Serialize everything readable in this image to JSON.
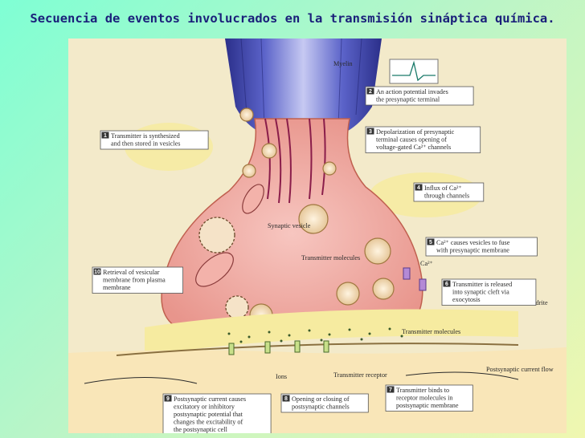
{
  "title": "Secuencia de eventos involucrados en la transmisión sináptica química.",
  "diagram": {
    "labels": {
      "myelin": "Myelin",
      "synaptic_vesicle": "Synaptic vesicle",
      "transmitter_molecules_top": "Transmitter molecules",
      "ca_ion": "Ca²⁺",
      "across_dendrite": "Across dendrite",
      "transmitter_molecules_bottom": "Transmitter molecules",
      "postsynaptic_current_flow": "Postsynaptic current flow",
      "ions": "Ions",
      "transmitter_receptor": "Transmitter receptor"
    },
    "steps": [
      {
        "num": "1",
        "lines": [
          "Transmitter is synthesized",
          "and then stored in vesicles"
        ]
      },
      {
        "num": "2",
        "lines": [
          "An action potential invades",
          "the presynaptic terminal"
        ]
      },
      {
        "num": "3",
        "lines": [
          "Depolarization of presynaptic",
          "terminal causes opening of",
          "voltage-gated Ca²⁺ channels"
        ]
      },
      {
        "num": "4",
        "lines": [
          "Influx of Ca²⁺",
          "through channels"
        ]
      },
      {
        "num": "5",
        "lines": [
          "Ca²⁺ causes vesicles to fuse",
          "with presynaptic membrane"
        ]
      },
      {
        "num": "6",
        "lines": [
          "Transmitter is released",
          "into synaptic cleft via",
          "exocytosis"
        ]
      },
      {
        "num": "7",
        "lines": [
          "Transmitter binds to",
          "receptor molecules in",
          "postsynaptic membrane"
        ]
      },
      {
        "num": "8",
        "lines": [
          "Opening or closing of",
          "postsynaptic channels"
        ]
      },
      {
        "num": "9",
        "lines": [
          "Postsynaptic current causes",
          "excitatory or inhibitory",
          "postsynaptic potential that",
          "changes the excitability of",
          "the postsynaptic cell"
        ]
      },
      {
        "num": "10",
        "lines": [
          "Retrieval of vesicular",
          "membrane from plasma",
          "membrane"
        ]
      }
    ]
  }
}
